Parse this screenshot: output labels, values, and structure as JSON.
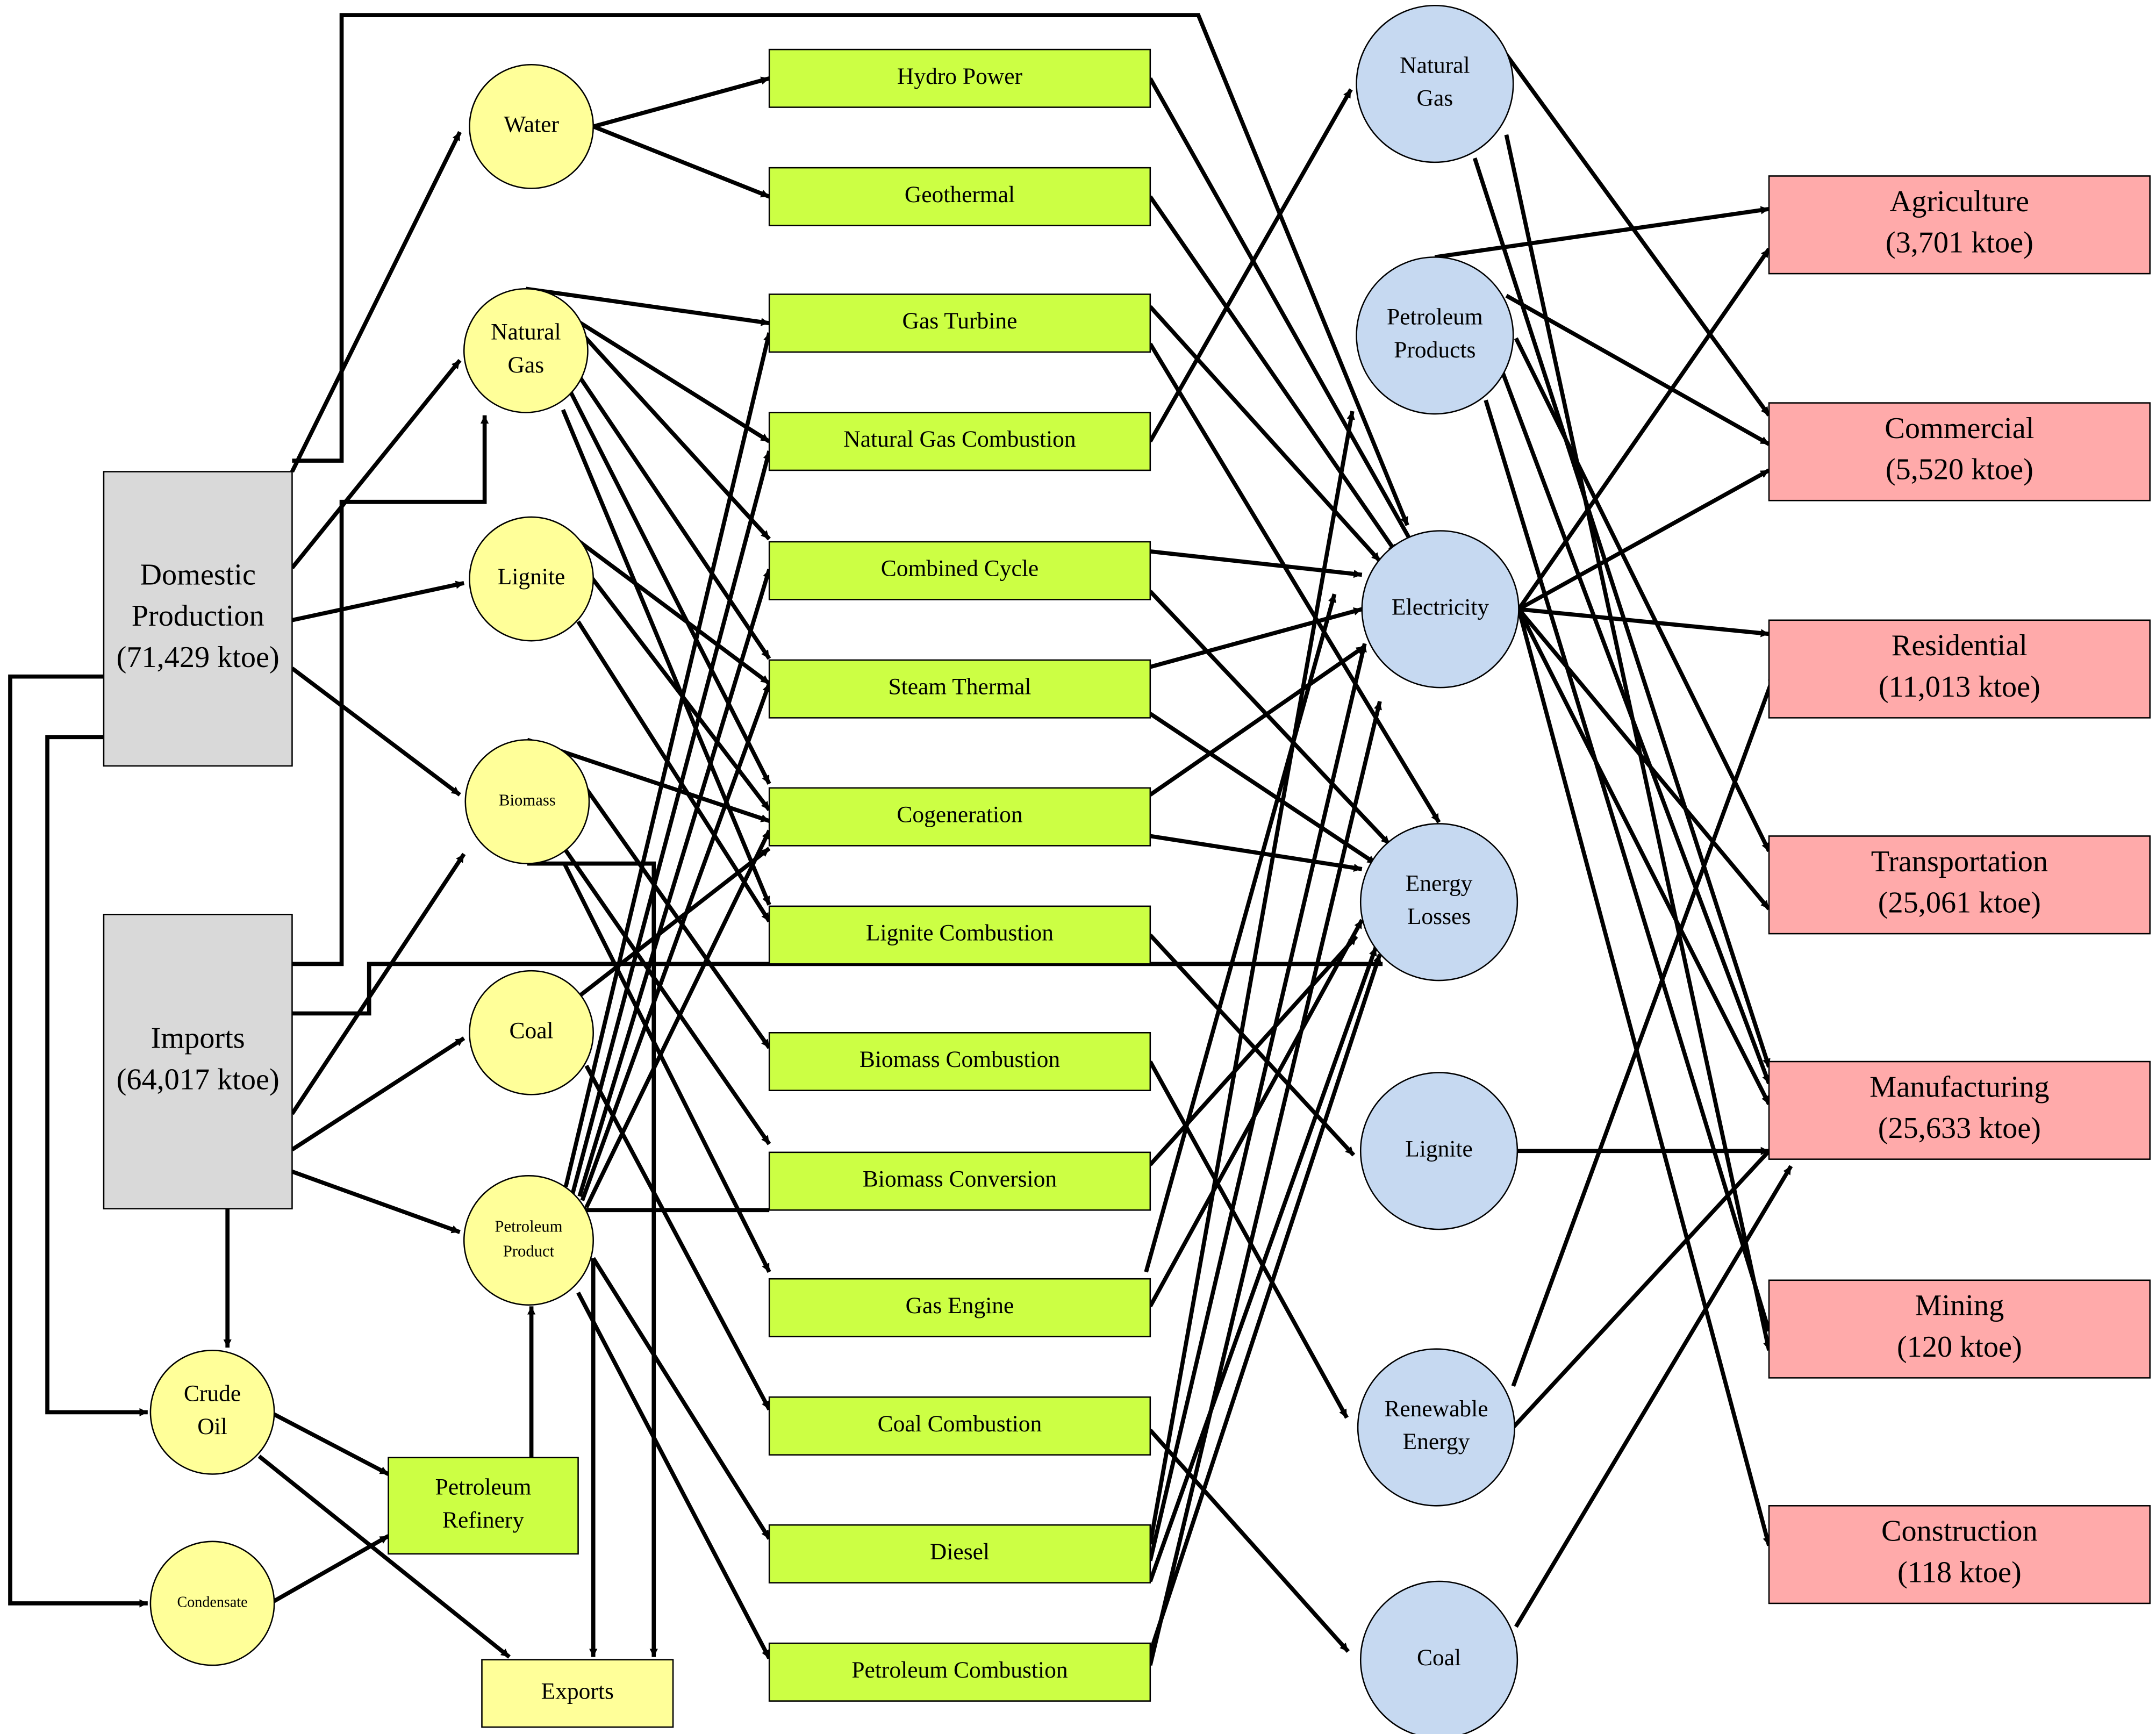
{
  "diagram": {
    "sources": [
      {
        "id": "domestic",
        "lines": [
          "Domestic",
          "Production",
          "(71,429 ktoe)"
        ]
      },
      {
        "id": "imports",
        "lines": [
          "Imports",
          "(64,017 ktoe)"
        ]
      }
    ],
    "primary": [
      {
        "id": "water",
        "lines": [
          "Water"
        ]
      },
      {
        "id": "natgas_p",
        "lines": [
          "Natural",
          "Gas"
        ]
      },
      {
        "id": "lignite_p",
        "lines": [
          "Lignite"
        ]
      },
      {
        "id": "biomass_p",
        "lines": [
          "Biomass"
        ]
      },
      {
        "id": "coal_p",
        "lines": [
          "Coal"
        ]
      },
      {
        "id": "petro_p",
        "lines": [
          "Petroleum",
          "Product"
        ]
      },
      {
        "id": "crude",
        "lines": [
          "Crude",
          "Oil"
        ]
      },
      {
        "id": "condensate",
        "lines": [
          "Condensate"
        ]
      }
    ],
    "refinery": {
      "id": "refinery",
      "lines": [
        "Petroleum",
        "Refinery"
      ]
    },
    "exports": {
      "id": "exports",
      "lines": [
        "Exports"
      ]
    },
    "processes": [
      {
        "id": "hydro",
        "lines": [
          "Hydro Power"
        ]
      },
      {
        "id": "geothermal",
        "lines": [
          "Geothermal"
        ]
      },
      {
        "id": "gasturbine",
        "lines": [
          "Gas Turbine"
        ]
      },
      {
        "id": "ngcomb",
        "lines": [
          "Natural Gas Combustion"
        ]
      },
      {
        "id": "combined",
        "lines": [
          "Combined Cycle"
        ]
      },
      {
        "id": "steam",
        "lines": [
          "Steam Thermal"
        ]
      },
      {
        "id": "cogen",
        "lines": [
          "Cogeneration"
        ]
      },
      {
        "id": "lignitecomb",
        "lines": [
          "Lignite Combustion"
        ]
      },
      {
        "id": "biomasscomb",
        "lines": [
          "Biomass Combustion"
        ]
      },
      {
        "id": "biomassconv",
        "lines": [
          "Biomass Conversion"
        ]
      },
      {
        "id": "gasengine",
        "lines": [
          "Gas Engine"
        ]
      },
      {
        "id": "coalcomb",
        "lines": [
          "Coal Combustion"
        ]
      },
      {
        "id": "diesel",
        "lines": [
          "Diesel"
        ]
      },
      {
        "id": "petrocomb",
        "lines": [
          "Petroleum Combustion"
        ]
      }
    ],
    "carriers": [
      {
        "id": "ng_c",
        "lines": [
          "Natural",
          "Gas"
        ]
      },
      {
        "id": "pp_c",
        "lines": [
          "Petroleum",
          "Products"
        ]
      },
      {
        "id": "elec",
        "lines": [
          "Electricity"
        ]
      },
      {
        "id": "losses",
        "lines": [
          "Energy",
          "Losses"
        ]
      },
      {
        "id": "lig_c",
        "lines": [
          "Lignite"
        ]
      },
      {
        "id": "ren_c",
        "lines": [
          "Renewable",
          "Energy"
        ]
      },
      {
        "id": "coal_c",
        "lines": [
          "Coal"
        ]
      }
    ],
    "sectors": [
      {
        "id": "agri",
        "lines": [
          "Agriculture",
          "(3,701 ktoe)"
        ]
      },
      {
        "id": "comm",
        "lines": [
          "Commercial",
          "(5,520 ktoe)"
        ]
      },
      {
        "id": "resi",
        "lines": [
          "Residential",
          "(11,013 ktoe)"
        ]
      },
      {
        "id": "trans",
        "lines": [
          "Transportation",
          "(25,061 ktoe)"
        ]
      },
      {
        "id": "manu",
        "lines": [
          "Manufacturing",
          "(25,633 ktoe)"
        ]
      },
      {
        "id": "mining",
        "lines": [
          "Mining",
          "(120 ktoe)"
        ]
      },
      {
        "id": "constr",
        "lines": [
          "Construction",
          "(118 ktoe)"
        ]
      }
    ],
    "colors": {
      "source": "#d9d9d9",
      "primary": "#ffff99",
      "process": "#ccff44",
      "carrier": "#c6d9f1",
      "sector": "#ffaaaa",
      "stroke": "#000000"
    }
  }
}
